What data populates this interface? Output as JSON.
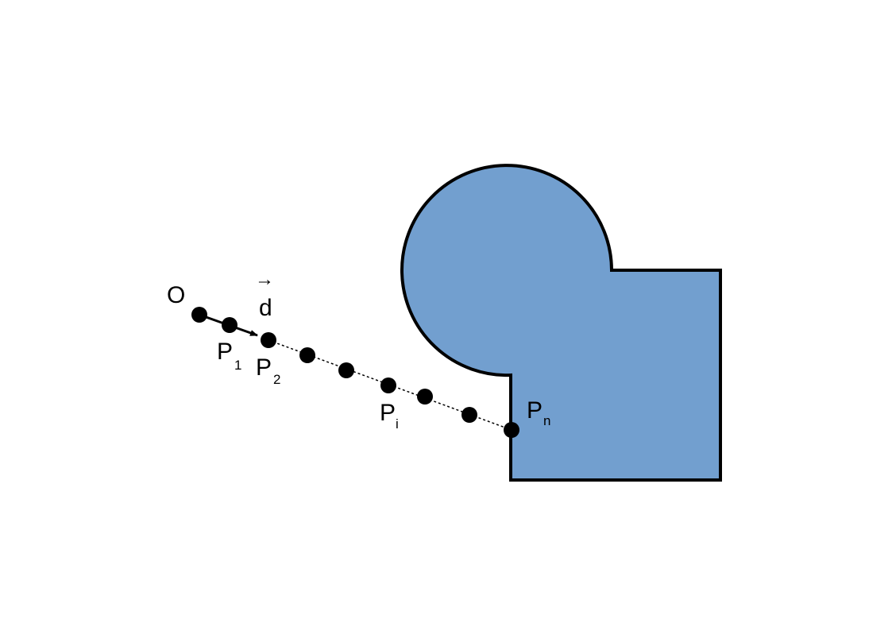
{
  "labels": {
    "origin": "O",
    "direction_vector": "d",
    "direction_arrow_glyph": "→",
    "p1_base": "P",
    "p1_sub": "1",
    "p2_base": "P",
    "p2_sub": "2",
    "pi_base": "P",
    "pi_sub": "i",
    "pn_base": "P",
    "pn_sub": "n"
  },
  "colors": {
    "shape_fill": "#729fcf",
    "stroke": "#000000",
    "background": "#ffffff"
  }
}
